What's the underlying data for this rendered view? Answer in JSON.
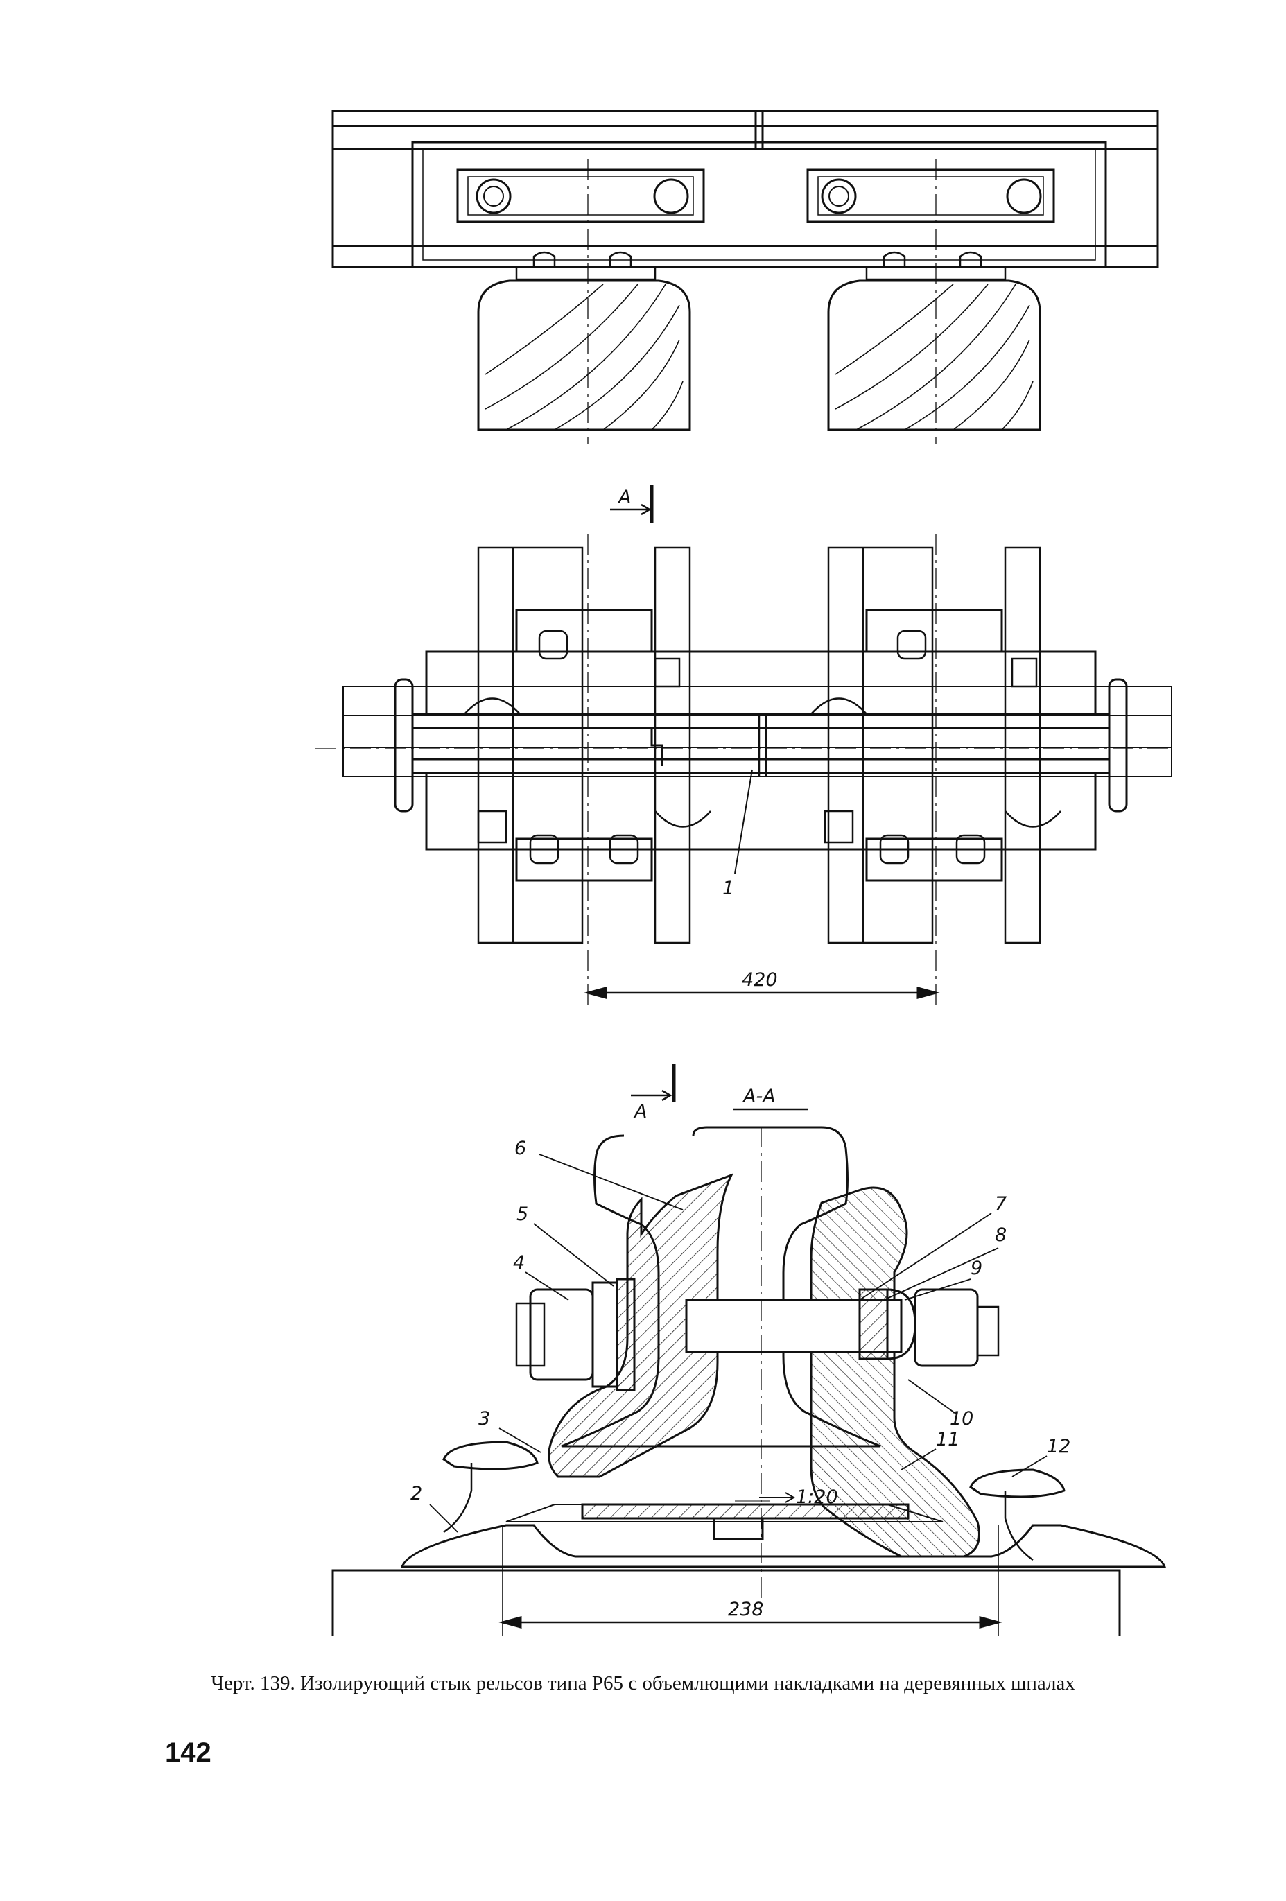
{
  "drawing": {
    "section_mark": "A",
    "section_title": "A-A",
    "dim_sleeper_spacing": "420",
    "dim_base_width": "238",
    "slope": "1:20",
    "callouts": [
      "1",
      "2",
      "3",
      "4",
      "5",
      "6",
      "7",
      "8",
      "9",
      "10",
      "11",
      "12"
    ]
  },
  "caption": "Черт. 139. Изолирующий стык рельсов типа Р65 с объемлющими накладками на деревянных шпалах",
  "page_number": "142"
}
